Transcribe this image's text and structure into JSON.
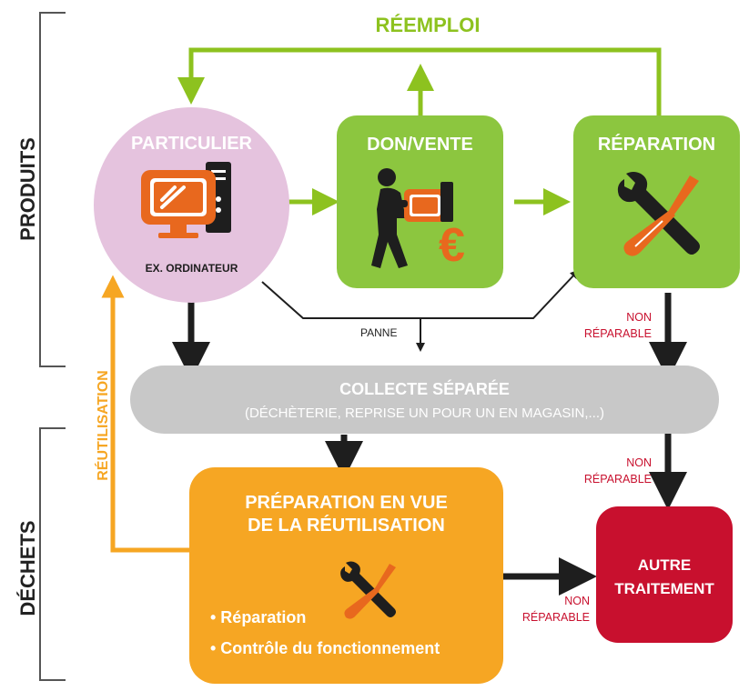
{
  "sections": {
    "produits": "PRODUITS",
    "dechets": "DÉCHETS"
  },
  "flows": {
    "reemploi": "RÉEMPLOI",
    "reutilisation": "RÉUTILISATION",
    "panne": "PANNE",
    "non_reparable_1": [
      "NON",
      "RÉPARABLE"
    ],
    "non_reparable_2": [
      "NON",
      "RÉPARABLE"
    ],
    "non_reparable_3": [
      "NON",
      "RÉPARABLE"
    ]
  },
  "nodes": {
    "particulier": {
      "title": "PARTICULIER",
      "subtitle": "EX. ORDINATEUR"
    },
    "don_vente": {
      "title": "DON/VENTE",
      "currency": "€"
    },
    "reparation": {
      "title": "RÉPARATION"
    },
    "collecte": {
      "title": "COLLECTE SÉPARÉE",
      "subtitle": "(DÉCHÈTERIE, REPRISE UN POUR UN EN MAGASIN,...)"
    },
    "preparation": {
      "title_line1": "PRÉPARATION EN VUE",
      "title_line2": "DE LA RÉUTILISATION",
      "bullet1": "• Réparation",
      "bullet2": "• Contrôle du fonctionnement"
    },
    "autre": {
      "title_line1": "AUTRE",
      "title_line2": "TRAITEMENT"
    }
  },
  "colors": {
    "green": "#8dc21f",
    "green_box": "#8cc63f",
    "pink": "#e5c3de",
    "orange": "#f6a623",
    "grey": "#c8c8c8",
    "red": "#c8102e",
    "dark": "#1e1e1e"
  }
}
